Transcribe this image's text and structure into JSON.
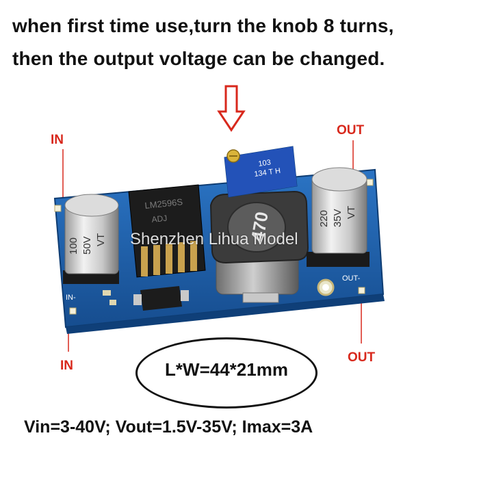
{
  "instructions": {
    "line1": "when first time use,turn the knob 8 turns,",
    "line2": "then the output voltage can be changed."
  },
  "labels": {
    "in_top": "IN",
    "in_bottom": "IN",
    "out_top": "OUT",
    "out_bottom": "OUT"
  },
  "board": {
    "in_minus": "IN-",
    "out_minus": "OUT-",
    "cap_in_text": [
      "100",
      "50V",
      "VT"
    ],
    "cap_out_text": [
      "220",
      "35V",
      "VT"
    ],
    "pot_text": [
      "103",
      "134 T H"
    ],
    "ic_text": [
      "LM2596S",
      "ADJ"
    ],
    "inductor_text": "470",
    "watermark": "Shenzhen Lihua Model"
  },
  "dimensions": "L*W=44*21mm",
  "specs": "Vin=3-40V;   Vout=1.5V-35V;  Imax=3A",
  "colors": {
    "accent_red": "#d8281c",
    "pcb_blue": "#1d5fa8",
    "pot_blue": "#2352b8"
  }
}
